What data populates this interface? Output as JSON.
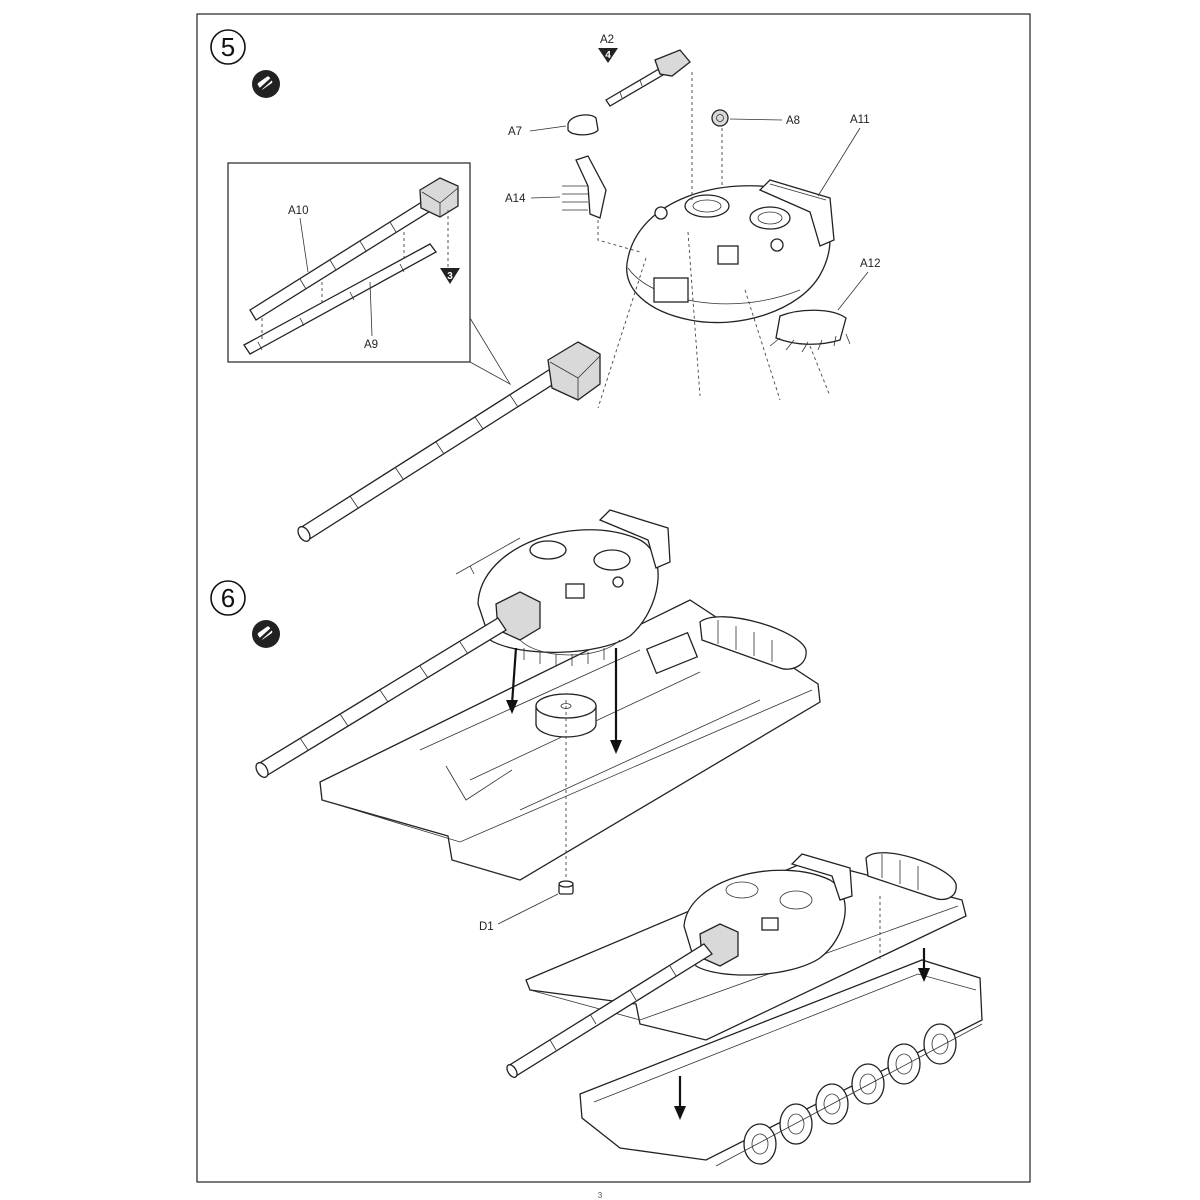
{
  "steps": [
    {
      "number": "5",
      "icon": "glue-prohibited-icon"
    },
    {
      "number": "6",
      "icon": "glue-prohibited-icon"
    }
  ],
  "labels": {
    "a2": "A2",
    "a2_ref": "4",
    "a7": "A7",
    "a8": "A8",
    "a11": "A11",
    "a14": "A14",
    "a12": "A12",
    "a10": "A10",
    "a9": "A9",
    "inset_ref": "3",
    "d1": "D1"
  },
  "page_number": "3",
  "colors": {
    "line": "#222222",
    "shade": "#d9d9d9",
    "paper": "#ffffff"
  }
}
